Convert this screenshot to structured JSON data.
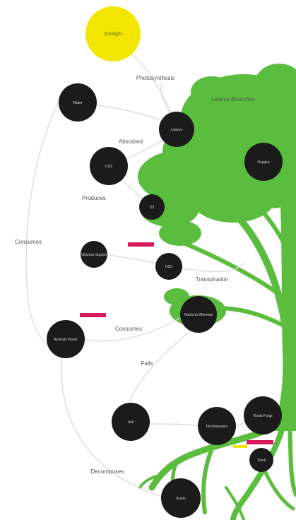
{
  "colors": {
    "tree": "#5bbd3e",
    "node_fill": "#1b1b1b",
    "sun": "#f2e600",
    "marker": "#d81b5a",
    "edge": "#dcdcdc"
  },
  "nodes": {
    "sun": "Sunlight",
    "n1": "Water",
    "n2": "Leaves",
    "n3": "CO2",
    "n4": "Oxygen",
    "n5": "O2",
    "n6": "Glucose Sugars",
    "n7": "H2O",
    "n8": "Nutrients Minerals",
    "n9": "Animals Plants",
    "n10": "Soil",
    "n11": "Decomposers",
    "n12": "Roots Fungi",
    "n13": "Trunk",
    "n14": "Roots"
  },
  "edge_labels": {
    "l1": "Photosynthesis",
    "l2": "Absorbed",
    "l3": "Produces",
    "l4": "Consumes",
    "l5": "Consumes",
    "l6": "Falls",
    "l7": "Decomposes",
    "l8": "Transpiration",
    "l9": "Leaves Branches"
  }
}
